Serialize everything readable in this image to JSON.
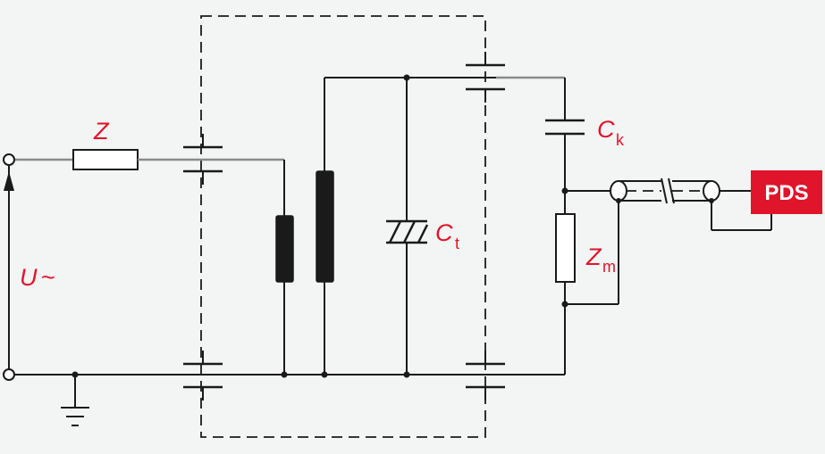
{
  "labels": {
    "impedance": "Z",
    "source": "U",
    "source_symbol": "~",
    "test_capacitance": "C",
    "test_capacitance_sub": "t",
    "coupling_capacitor": "C",
    "coupling_capacitor_sub": "k",
    "measuring_impedance": "Z",
    "measuring_impedance_sub": "m",
    "instrument": "PDS"
  },
  "colors": {
    "label": "#e0142a",
    "wire": "#1a1a1a",
    "background": "#f3f4f4"
  }
}
